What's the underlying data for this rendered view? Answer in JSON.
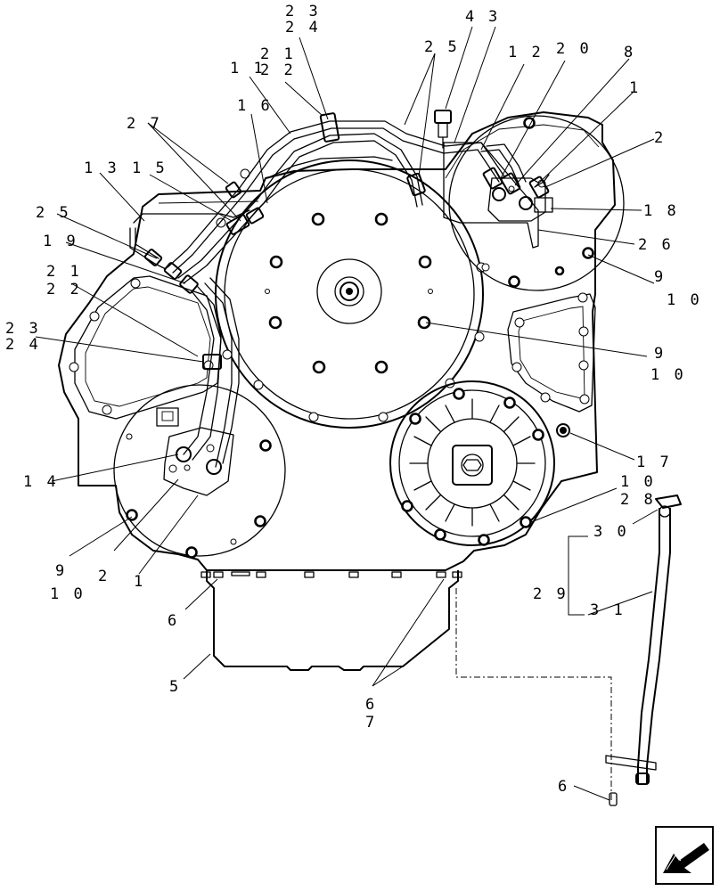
{
  "callouts": [
    {
      "id": "c23a",
      "text": "2 3"
    },
    {
      "id": "c24a",
      "text": "2 4"
    },
    {
      "id": "c4",
      "text": "4"
    },
    {
      "id": "c3",
      "text": "3"
    },
    {
      "id": "c21a",
      "text": "2 1"
    },
    {
      "id": "c11",
      "text": "1 1"
    },
    {
      "id": "c22a",
      "text": "2 2"
    },
    {
      "id": "c25a",
      "text": "2 5"
    },
    {
      "id": "c12",
      "text": "1 2"
    },
    {
      "id": "c20",
      "text": "2 0"
    },
    {
      "id": "c8",
      "text": "8"
    },
    {
      "id": "c1a",
      "text": "1"
    },
    {
      "id": "c16",
      "text": "1 6"
    },
    {
      "id": "c27",
      "text": "2 7"
    },
    {
      "id": "c2a",
      "text": "2"
    },
    {
      "id": "c13",
      "text": "1 3"
    },
    {
      "id": "c15",
      "text": "1 5"
    },
    {
      "id": "c18",
      "text": "1 8"
    },
    {
      "id": "c25b",
      "text": "2 5"
    },
    {
      "id": "c26",
      "text": "2 6"
    },
    {
      "id": "c19",
      "text": "1 9"
    },
    {
      "id": "c9a",
      "text": "9"
    },
    {
      "id": "c10a",
      "text": "1 0"
    },
    {
      "id": "c21b",
      "text": "2 1"
    },
    {
      "id": "c22b",
      "text": "2 2"
    },
    {
      "id": "c23b",
      "text": "2 3"
    },
    {
      "id": "c24b",
      "text": "2 4"
    },
    {
      "id": "c9b",
      "text": "9"
    },
    {
      "id": "c10b",
      "text": "1 0"
    },
    {
      "id": "c17",
      "text": "1 7"
    },
    {
      "id": "c14",
      "text": "1 4"
    },
    {
      "id": "c10c",
      "text": "1 0"
    },
    {
      "id": "c28",
      "text": "2 8"
    },
    {
      "id": "c30",
      "text": "3 0"
    },
    {
      "id": "c29",
      "text": "2 9"
    },
    {
      "id": "c31",
      "text": "3 1"
    },
    {
      "id": "c9c",
      "text": "9"
    },
    {
      "id": "c10d",
      "text": "1 0"
    },
    {
      "id": "c2b",
      "text": "2"
    },
    {
      "id": "c1b",
      "text": "1"
    },
    {
      "id": "c6a",
      "text": "6"
    },
    {
      "id": "c5",
      "text": "5"
    },
    {
      "id": "c6b",
      "text": "6"
    },
    {
      "id": "c7",
      "text": "7"
    },
    {
      "id": "c6c",
      "text": "6"
    }
  ],
  "nav_icon": "arrow-icon"
}
